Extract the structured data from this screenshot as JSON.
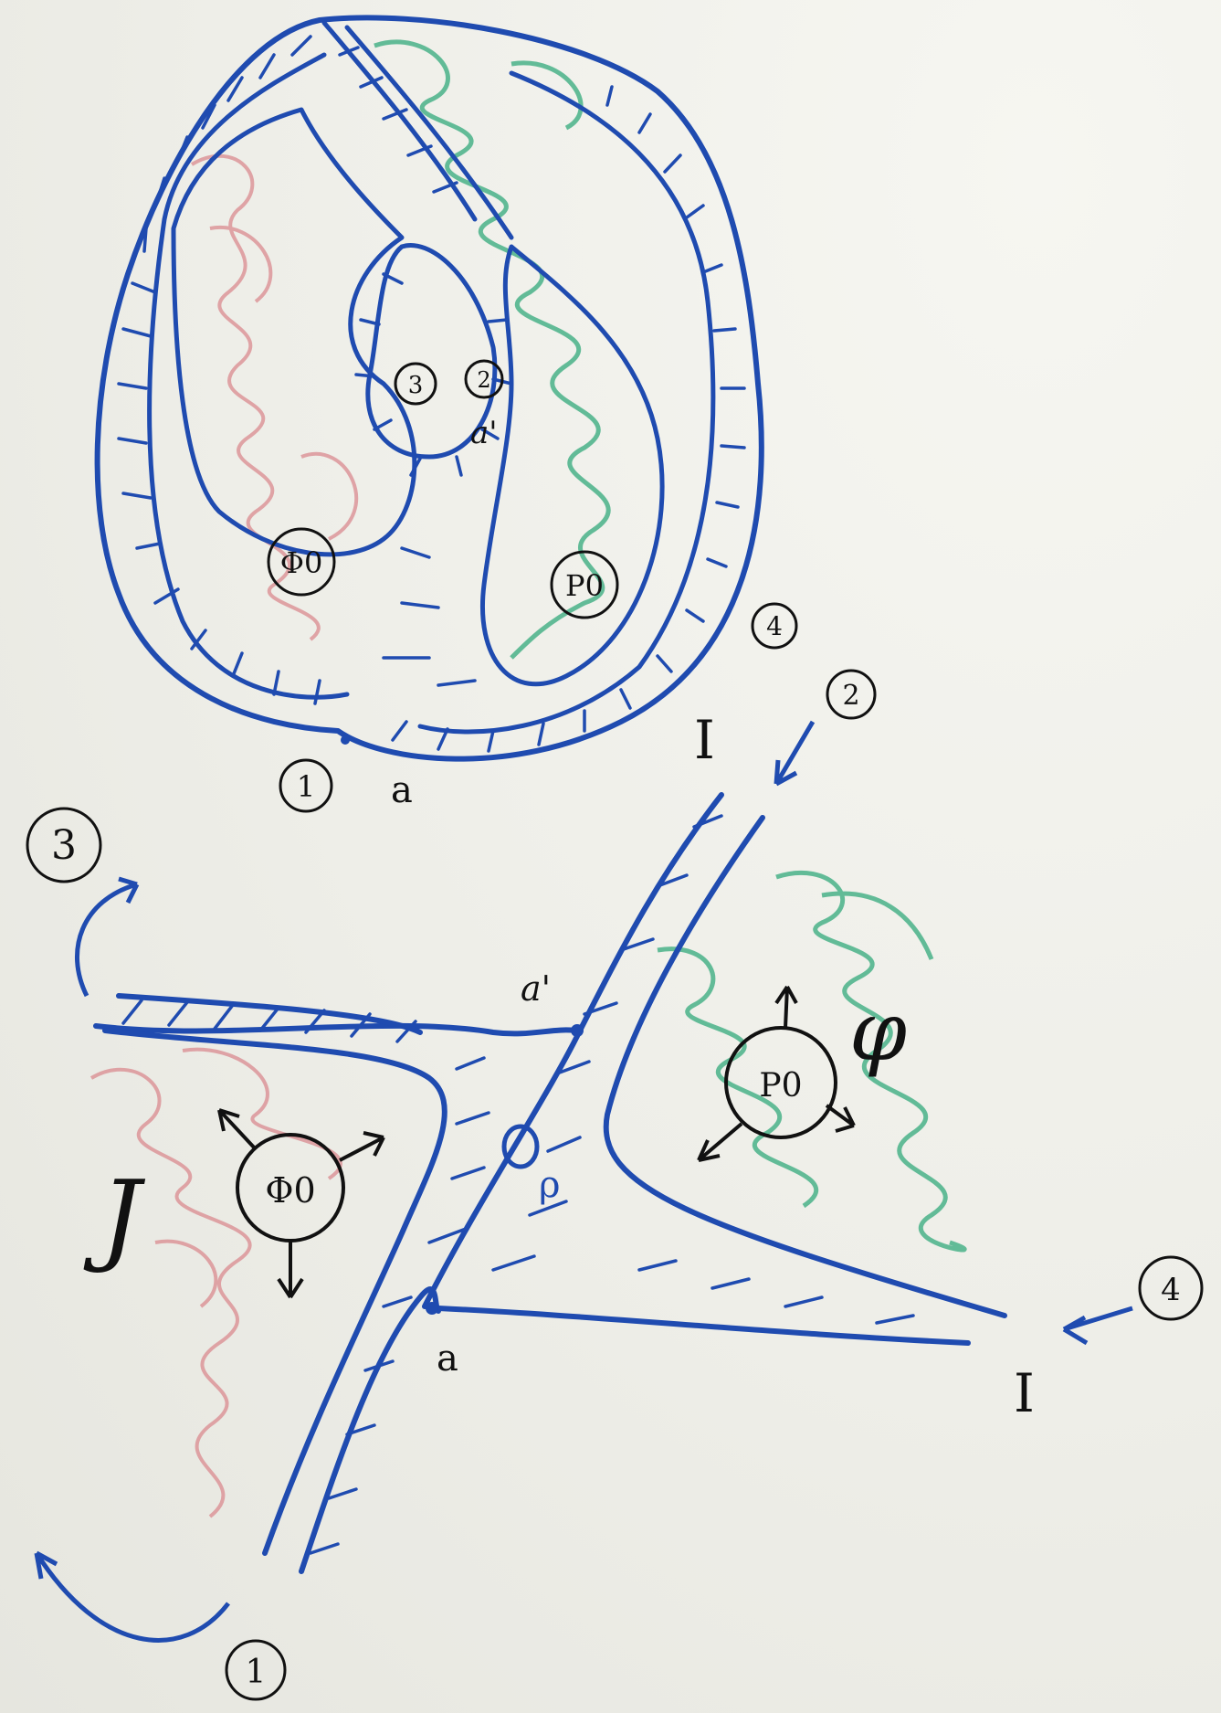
{
  "top_diagram": {
    "region_left": "Φ0",
    "region_right": "P0",
    "inner_labels": [
      "3",
      "2"
    ],
    "inner_point": "a'",
    "boundary_number": "4",
    "point_bottom": "a",
    "number_bottom_left": "1"
  },
  "bottom_diagram": {
    "point_top": "a'",
    "point_bottom": "a",
    "region_left": "Φ0",
    "region_right": "P0",
    "left_letter": "J",
    "right_letter": "φ",
    "axis_label_top": "I",
    "axis_label_right": "I",
    "numbers": {
      "top_left": "3",
      "top_right": "2",
      "bottom_left": "1",
      "right": "4"
    },
    "rho": "ρ"
  },
  "colors": {
    "ink_blue": "#1f4bb0",
    "scribble_red": "#d98a8f",
    "scribble_green": "#3fae82",
    "ink_black": "#111111"
  }
}
